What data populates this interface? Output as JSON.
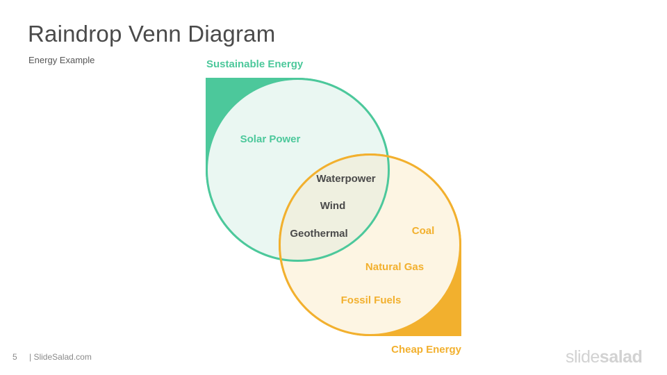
{
  "header": {
    "title": "Raindrop Venn Diagram",
    "subtitle": "Energy Example"
  },
  "diagram": {
    "sets": [
      {
        "label": "Sustainable Energy",
        "color": "#4cc89b",
        "fill": "#eaf7f2"
      },
      {
        "label": "Cheap Energy",
        "color": "#f2b02e",
        "fill": "#fdf5e3"
      }
    ],
    "overlap_fill": "#eff0e0",
    "items": {
      "sustainable_only": [
        "Solar Power"
      ],
      "both": [
        "Waterpower",
        "Wind",
        "Geothermal"
      ],
      "cheap_only": [
        "Coal",
        "Natural Gas",
        "Fossil Fuels"
      ]
    },
    "text_color": "#4a4a4a"
  },
  "footer": {
    "page_number": "5",
    "site": "| SlideSalad.com",
    "brand_light": "slide",
    "brand_bold": "salad"
  }
}
